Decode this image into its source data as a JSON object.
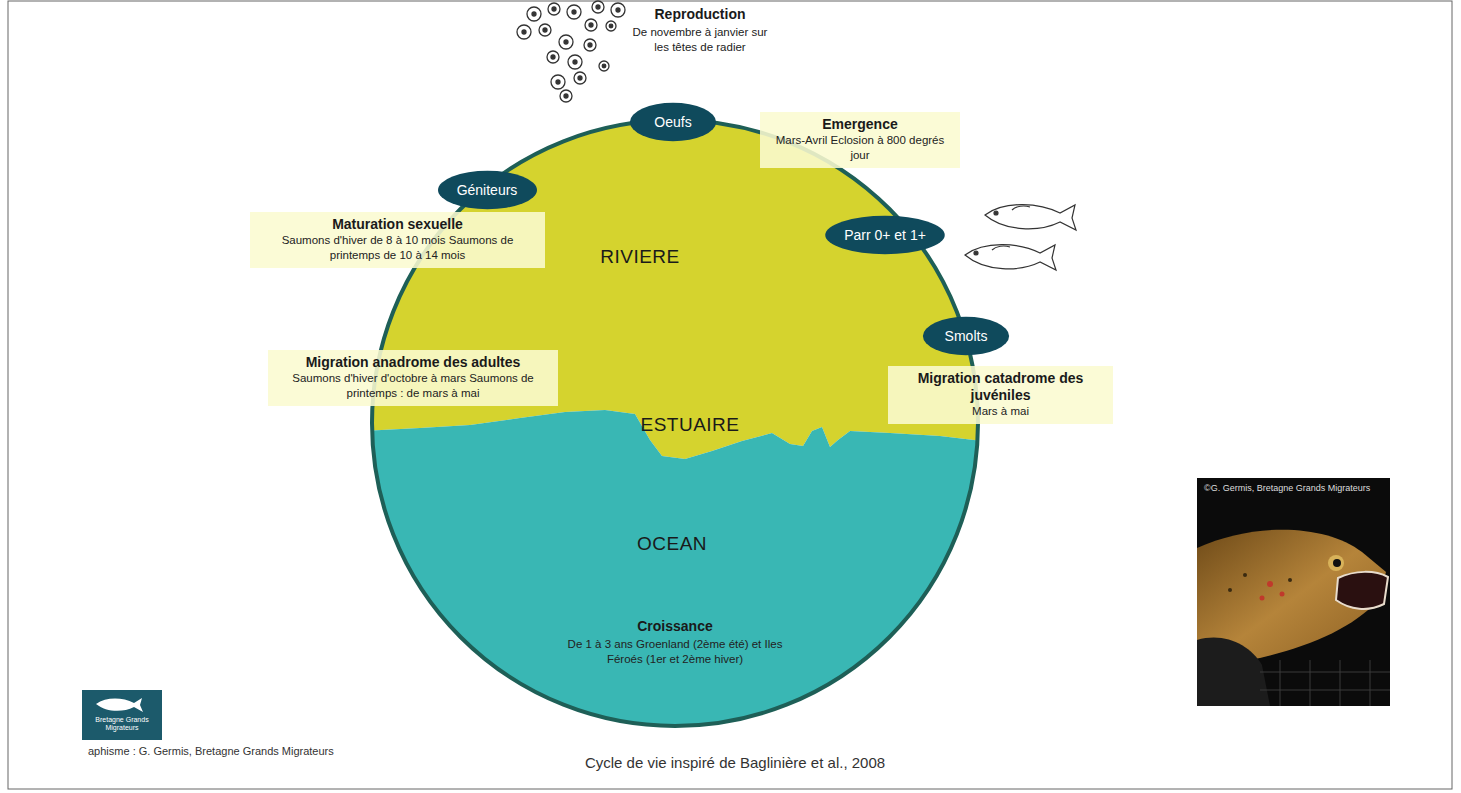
{
  "diagram": {
    "caption": "Cycle de vie inspiré de Baglinière et al., 2008",
    "nodes": [
      {
        "text": [
          "RIVIERE"
        ]
      },
      {
        "text": [
          "OCEAN",
          "Croissance",
          "De 1 à 3 ans Groenland (2ème été) et Iles Féroés (1er et 2ème hiver)"
        ]
      },
      {
        "text": [
          "Oeufs"
        ]
      },
      {
        "text": [
          "Géniteurs"
        ]
      },
      {
        "text": [
          "Parr 0+ et 1+"
        ]
      },
      {
        "text": [
          "Smolts"
        ]
      },
      {
        "text": [
          "Emergence",
          "Mars-Avril Eclosion à 800 degrés jour"
        ]
      },
      {
        "text": [
          "Maturation sexuelle",
          "Saumons d'hiver de 8 à 10 mois Saumons de printemps de 10 à 14 mois"
        ]
      },
      {
        "text": [
          "Migration anadrome des adultes",
          "Saumons d'hiver d'octobre à mars Saumons de printemps : de mars à mai"
        ]
      },
      {
        "text": [
          "Migration catadrome des juvéniles",
          "Mars à mai"
        ]
      }
    ],
    "labels": [
      "Reproduction",
      "De novembre à janvier sur les têtes de radier",
      "ESTUAIRE",
      "©G. Germis, Bretagne Grands Migrateurs",
      "Bretagne Grands Migrateurs",
      "aphisme : G. Germis, Bretagne Grands Migrateurs"
    ]
  }
}
